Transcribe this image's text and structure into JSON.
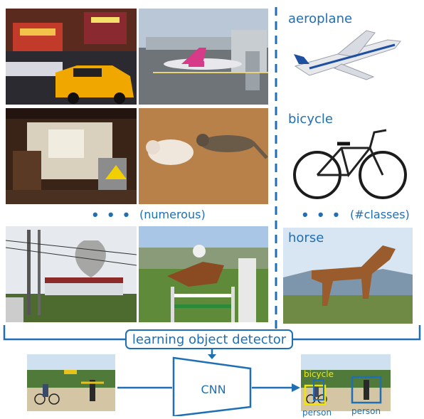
{
  "dataset": {
    "numerous_label": "(numerous)",
    "ellipsis": "• • •"
  },
  "classes": {
    "items": [
      {
        "label": "aeroplane"
      },
      {
        "label": "bicycle"
      },
      {
        "label": "horse"
      }
    ],
    "count_label": "(#classes)",
    "ellipsis": "• • •"
  },
  "pipeline": {
    "learning_label": "learning object detector",
    "model_label": "CNN"
  },
  "detections": [
    {
      "label": "bicycle",
      "color": "#f2e600"
    },
    {
      "label": "person",
      "color": "#1f6fb5"
    },
    {
      "label": "person",
      "color": "#1f6fb5"
    }
  ],
  "colors": {
    "accent": "#1f6fb5",
    "highlight": "#f2e600"
  }
}
